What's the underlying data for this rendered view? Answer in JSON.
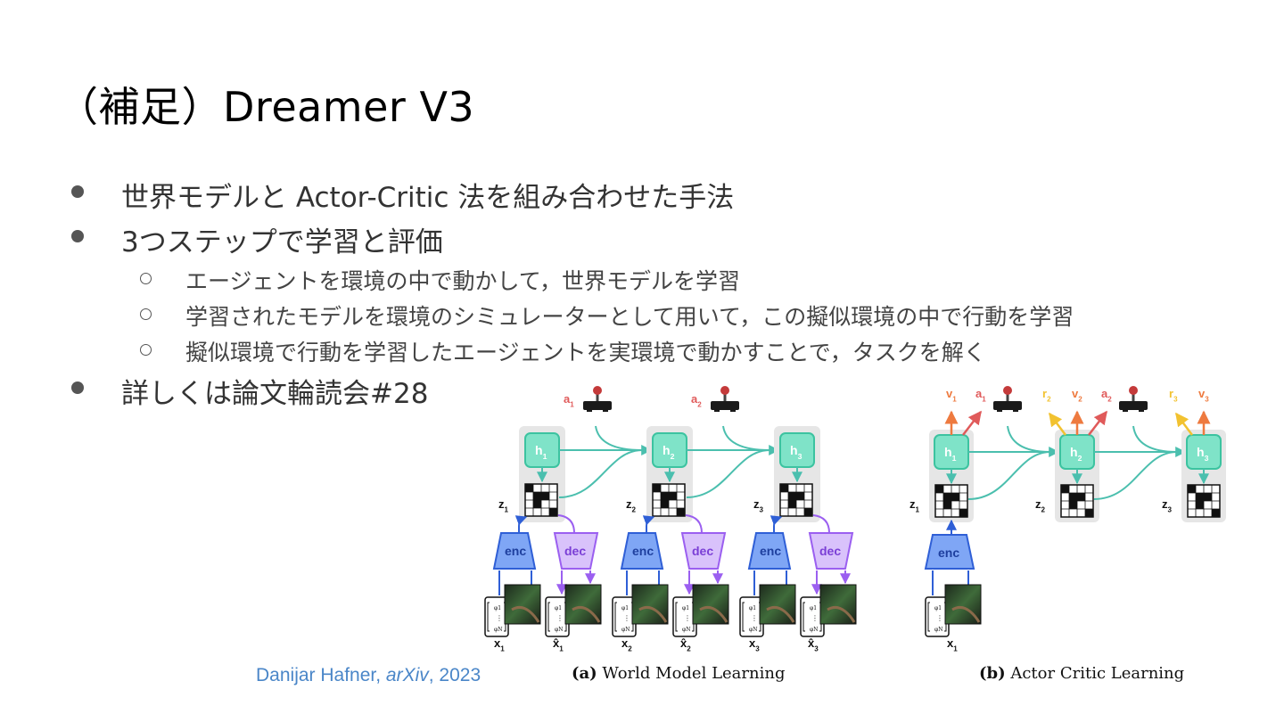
{
  "slide": {
    "title": "（補足）Dreamer V3",
    "bullets": [
      "世界モデルと Actor-Critic 法を組み合わせた手法",
      "3つステップで学習と評価",
      "詳しくは論文輪読会#28"
    ],
    "sub_bullets": [
      "エージェントを環境の中で動かして，世界モデルを学習",
      "学習されたモデルを環境のシミュレーターとして用いて，この擬似環境の中で行動を学習",
      "擬似環境で行動を学習したエージェントを実環境で動かすことで，タスクを解く"
    ],
    "citation": {
      "author": "Danijar Hafner, ",
      "venue": "arXiv",
      "year": ", 2023"
    }
  },
  "figure": {
    "caption_a_bold": "(a)",
    "caption_a": " World Model Learning",
    "caption_b_bold": "(b)",
    "caption_b": " Actor Critic Learning",
    "enc_label": "enc",
    "dec_label": "dec",
    "world_model": {
      "h": [
        "h",
        "h",
        "h"
      ],
      "z": [
        "z",
        "z",
        "z"
      ],
      "a": [
        "a",
        "a"
      ],
      "x": [
        "x",
        "x",
        "x"
      ],
      "xhat": [
        "x̂",
        "x̂",
        "x̂"
      ],
      "subs": [
        "1",
        "2",
        "3"
      ]
    },
    "actor_critic": {
      "h": [
        "h",
        "h",
        "h"
      ],
      "z": [
        "z",
        "z",
        "z"
      ],
      "v": [
        "v",
        "v",
        "v"
      ],
      "r": [
        "r",
        "r"
      ],
      "a": [
        "a",
        "a"
      ],
      "x": [
        "x"
      ],
      "subs": [
        "1",
        "2",
        "3"
      ]
    },
    "colors": {
      "h_fill": "#7fe3c8",
      "h_stroke": "#3cc3a0",
      "teal": "#4bbfae",
      "enc_fill": "#7fa6f5",
      "enc_stroke": "#2f5fd6",
      "dec_fill": "#d9c2fb",
      "dec_stroke": "#9b5ff0",
      "action_red": "#e05a5a",
      "value_orange": "#ee7a3f",
      "reward_yellow": "#f2c230",
      "panel_gray": "#e6e6e6"
    }
  }
}
